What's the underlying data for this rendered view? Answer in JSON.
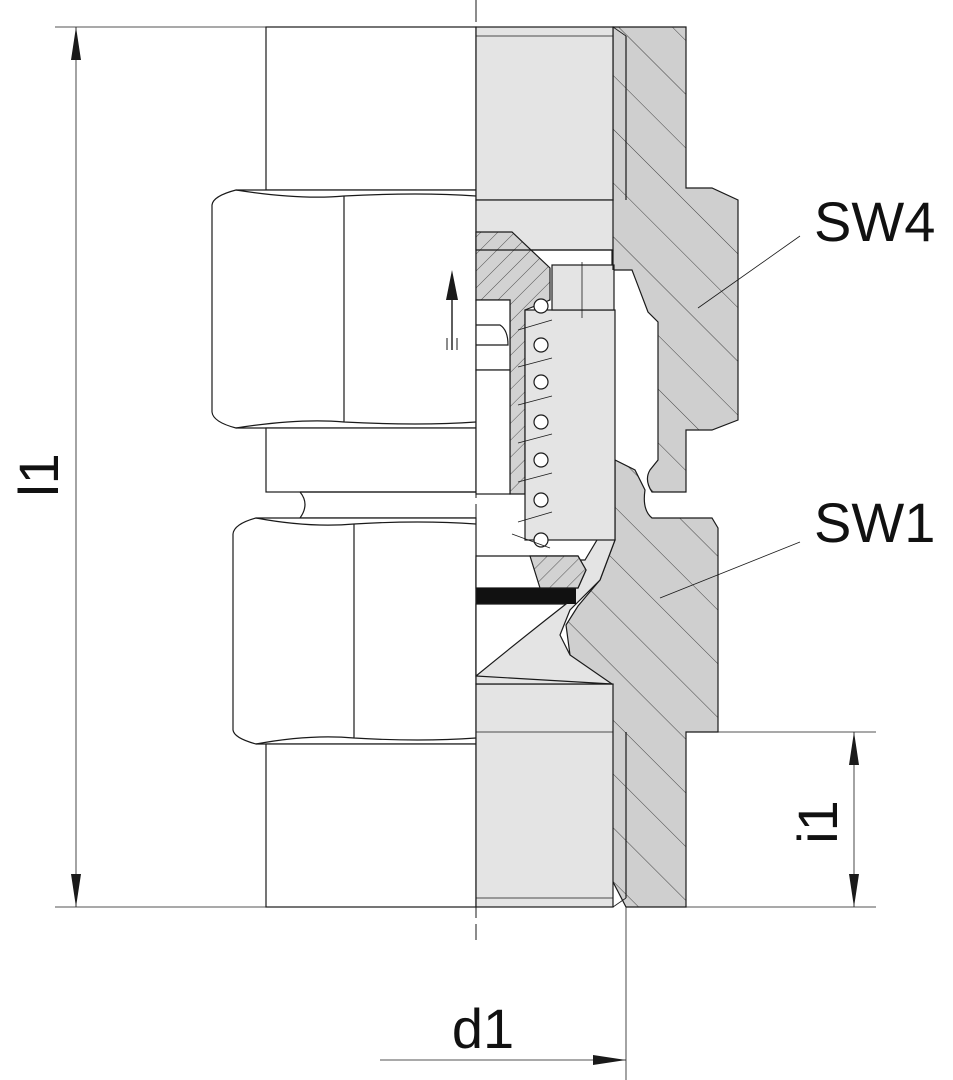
{
  "labels": {
    "l1": "l1",
    "i1": "i1",
    "d1": "d1",
    "sw4": "SW4",
    "sw1": "SW1"
  },
  "flow_direction": "up"
}
